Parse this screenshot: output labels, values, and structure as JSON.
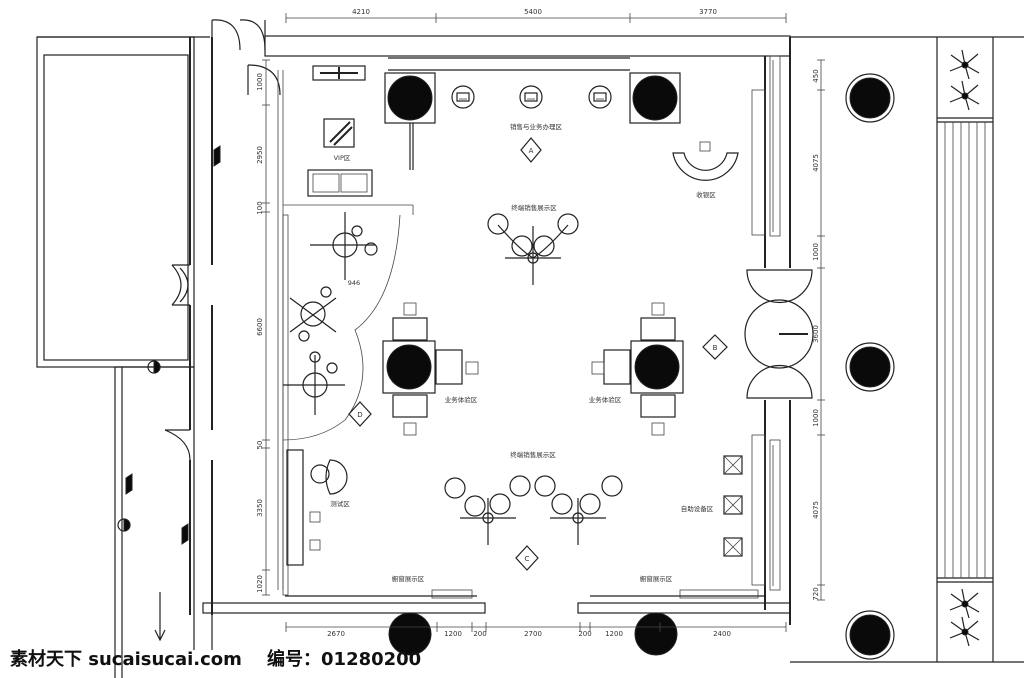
{
  "dimensions": {
    "top": [
      "4210",
      "5400",
      "3770"
    ],
    "bottom": [
      "2670",
      "1200",
      "200",
      "2700",
      "1200",
      "200",
      "2400"
    ],
    "left": [
      "1000",
      "2950",
      "100",
      "6600",
      "50",
      "3350",
      "1020"
    ],
    "right": [
      "450",
      "4075",
      "1000",
      "3600",
      "1000",
      "4075",
      "720"
    ]
  },
  "zones": {
    "sales_office": "销售与业务办理区",
    "vip": "VIP区",
    "cashier": "收银区",
    "terminal_top": "终端销售展示区",
    "terminal_bottom": "终端销售展示区",
    "experience_left": "业务体验区",
    "experience_right": "业务体验区",
    "test": "测试区",
    "self_service": "自助设备区",
    "window_left": "橱窗展示区",
    "window_right": "橱窗展示区",
    "small_tag": "946"
  },
  "markers": [
    "A",
    "B",
    "C",
    "D"
  ],
  "watermark": {
    "site": "素材天下 sucaisucai.com",
    "id_label": "编号：",
    "id_value": "01280200"
  }
}
